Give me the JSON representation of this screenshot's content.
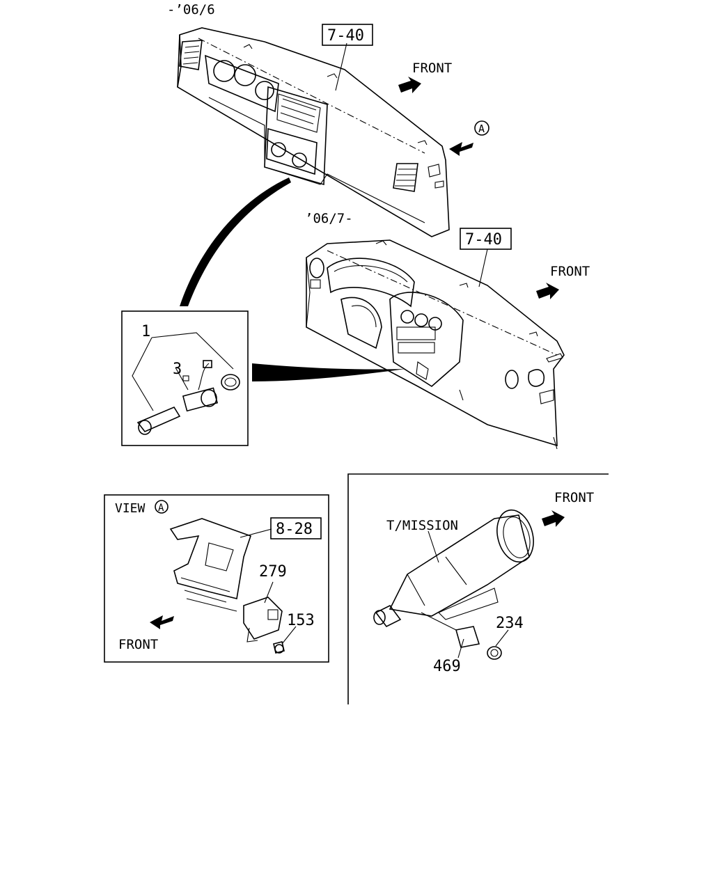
{
  "labels": {
    "date_early": "-’06/6",
    "date_late": "’06/7-",
    "ref_dash_upper": "7-40",
    "ref_dash_lower": "7-40",
    "front_upper": "FRONT",
    "front_middle": "FRONT",
    "front_view": "FRONT",
    "front_trans": "FRONT",
    "view_marker": "A",
    "view_title": "VIEW",
    "view_letter": "A",
    "ref_view": "8-28",
    "part_1": "1",
    "part_3": "3",
    "part_279": "279",
    "part_153": "153",
    "transmission": "T/MISSION",
    "part_234": "234",
    "part_469": "469"
  }
}
